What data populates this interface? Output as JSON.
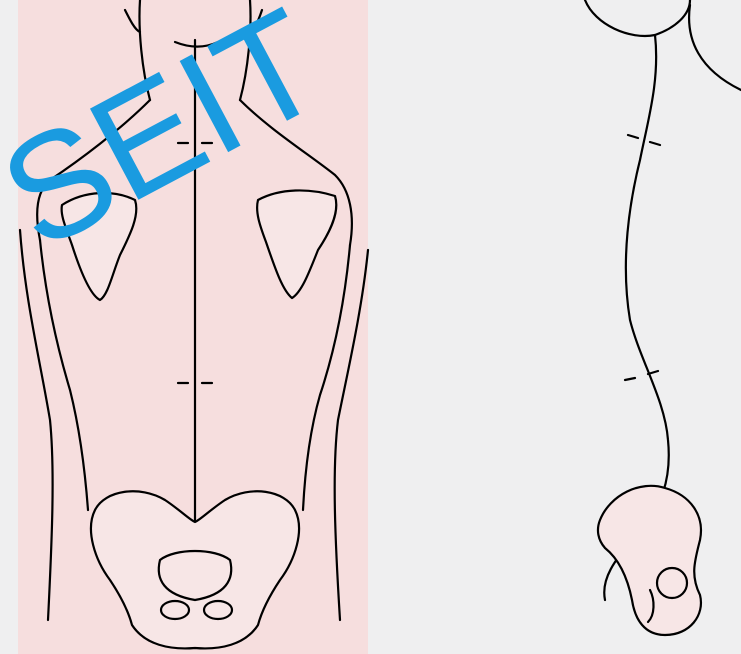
{
  "watermark": {
    "text": "SEIT",
    "color": "#1a9be0"
  },
  "colors": {
    "background": "#efeff0",
    "body_panel": "#f6dede",
    "bone_fill": "#f7e6e6",
    "outline": "#000000"
  },
  "figures": [
    {
      "view": "posterior",
      "description_icon": "back-view-spine-icon"
    },
    {
      "view": "lateral",
      "description_icon": "side-view-spine-icon"
    }
  ]
}
